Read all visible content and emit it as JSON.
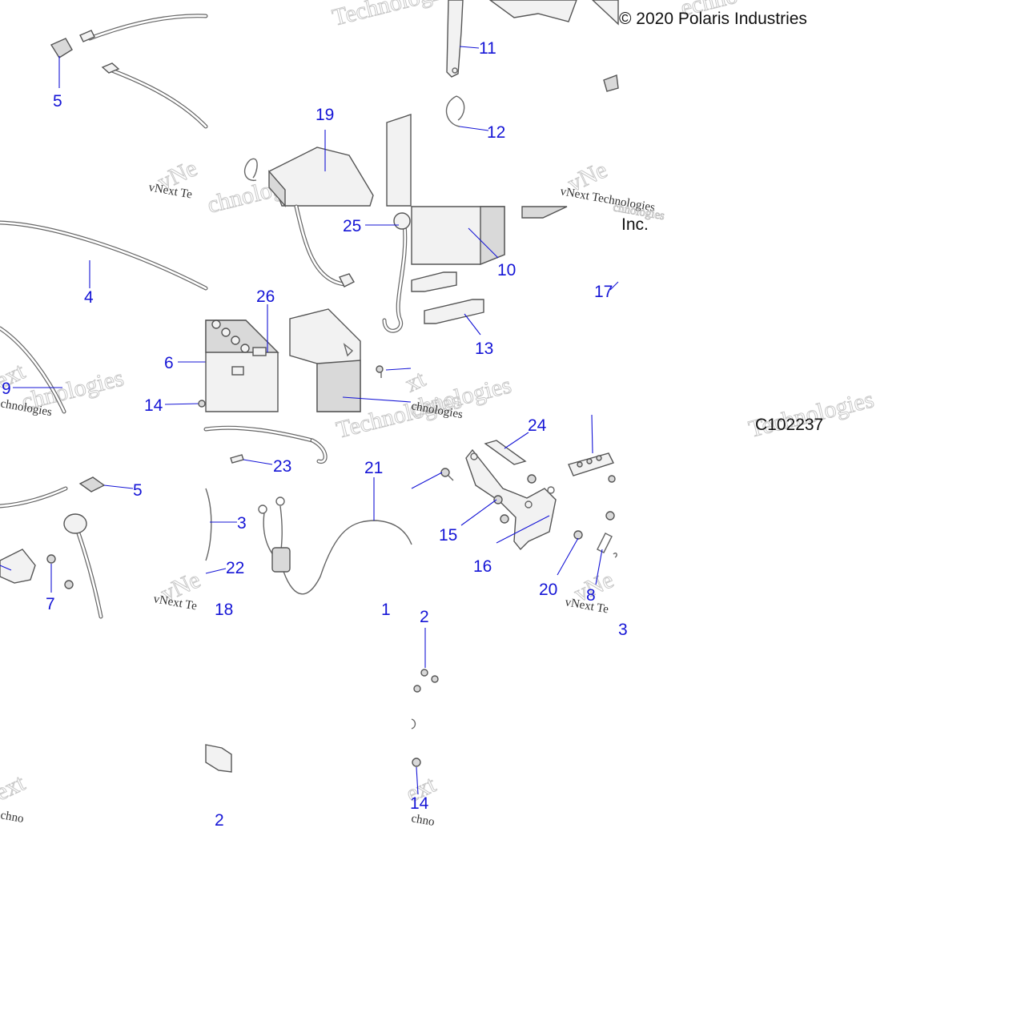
{
  "copyright": {
    "line1": "© 2020 Polaris Industries",
    "line2": "Inc."
  },
  "figure_code": "C102237",
  "watermark": {
    "brand_large": "Technologies",
    "brand_next": "vNext",
    "brand_small": "vNext Technologies",
    "brand_small_fragment": "vNext Te",
    "brand_tech_fragment": "chnologies",
    "brand_next_fragment": "xt",
    "brand_next_fragment2": "ext",
    "brand_tech_fragment2": "chno",
    "brand_tech_fragment3": "echno",
    "brand_next_fragment3": "vNe"
  },
  "callouts": {
    "c5a": "5",
    "c19": "19",
    "c11": "11",
    "c12": "12",
    "c25": "25",
    "c10": "10",
    "c4": "4",
    "c26": "26",
    "c17": "17",
    "c6": "6",
    "c13": "13",
    "c9": "9",
    "c14a": "14",
    "c24": "24",
    "c23": "23",
    "c21": "21",
    "c5b": "5",
    "c3": "3",
    "c15": "15",
    "c22": "22",
    "c16": "16",
    "c7": "7",
    "c20": "20",
    "c18": "18",
    "c1": "1",
    "c8": "8",
    "c2a": "2",
    "c23b": "3",
    "c14b": "14",
    "c2b": "2"
  }
}
